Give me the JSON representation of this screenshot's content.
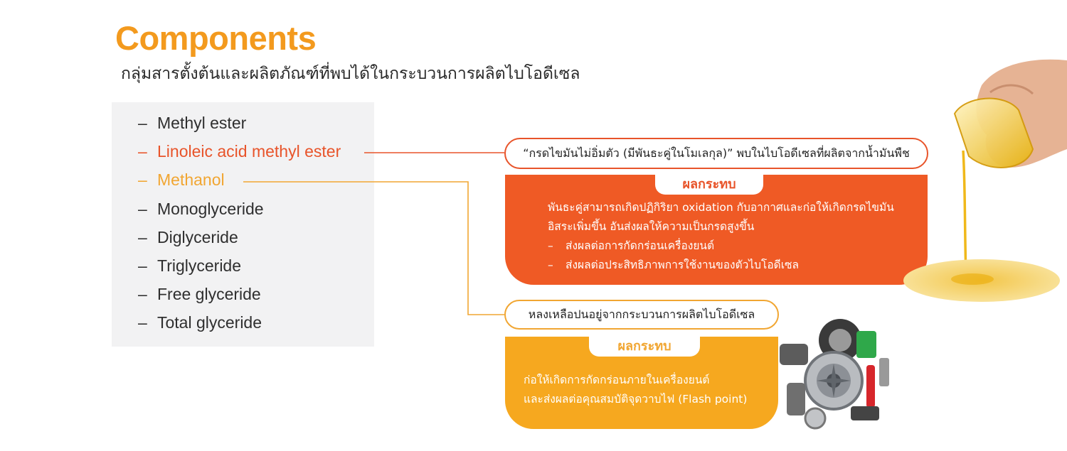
{
  "header": {
    "title": "Components",
    "subtitle": "กลุ่มสารตั้งต้นและผลิตภัณฑ์ที่พบได้ในกระบวนการผลิตไบโอดีเซล"
  },
  "components_list": {
    "dash": "–",
    "items": [
      "Methyl ester",
      "Linoleic acid methyl ester",
      "Methanol",
      "Monoglyceride",
      "Diglyceride",
      "Triglyceride",
      "Free glyceride",
      "Total glyceride"
    ]
  },
  "linoleic_callout": {
    "pill": "“กรดไขมันไม่อิ่มตัว (มีพันธะคู่ในโมเลกุล)” พบในไบโอดีเซลที่ผลิตจากน้ำมันพืช",
    "tab": "ผลกระทบ",
    "line1": "พันธะคู่สามารถเกิดปฏิกิริยา oxidation กับอากาศและก่อให้เกิดกรดไขมัน",
    "line2": "อิสระเพิ่มขึ้น อันส่งผลให้ความเป็นกรดสูงขึ้น",
    "bullets": [
      "ส่งผลต่อการกัดกร่อนเครื่องยนต์",
      "ส่งผลต่อประสิทธิภาพการใช้งานของตัวไบโอดีเซล"
    ]
  },
  "methanol_callout": {
    "pill": "หลงเหลือปนอยู่จากกระบวนการผลิตไบโอดีเซล",
    "tab": "ผลกระทบ",
    "line1": "ก่อให้เกิดการกัดกร่อนภายในเครื่องยนต์",
    "line2": "และส่งผลต่อคุณสมบัติจุดวาบไฟ (Flash point)"
  },
  "colors": {
    "title": "#f39a1e",
    "linoleic": "#e8542a",
    "methanol": "#f1a632",
    "list_bg": "#f2f2f3"
  }
}
